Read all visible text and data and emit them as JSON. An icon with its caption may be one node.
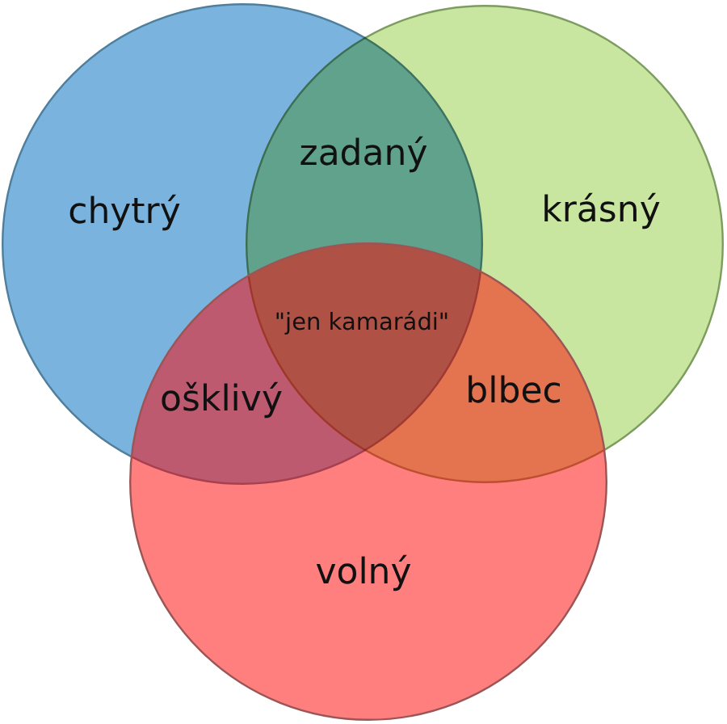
{
  "diagram": {
    "nodes": [
      {
        "text": [
          "chytrý"
        ]
      },
      {
        "text": [
          "krásný"
        ]
      },
      {
        "text": [
          "volný"
        ]
      }
    ],
    "labels": [
      "zadaný",
      "\"jen kamarádi\"",
      "ošklivý",
      "blbec"
    ]
  }
}
